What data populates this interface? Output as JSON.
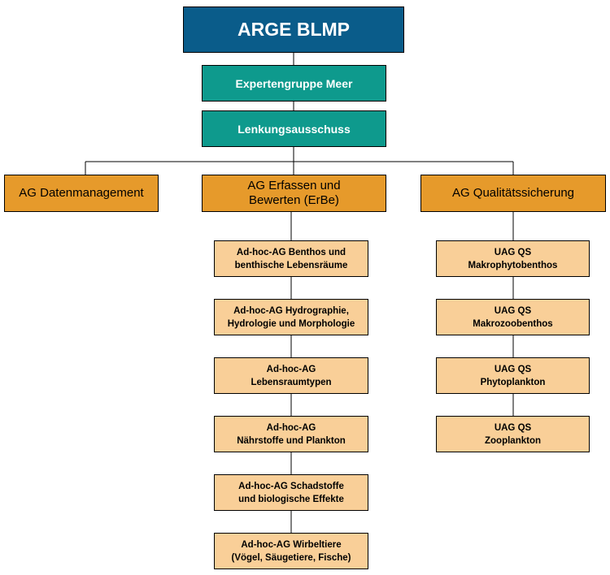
{
  "org": {
    "top": "ARGE BLMP",
    "expert_group": "Expertengruppe Meer",
    "steering": "Lenkungsausschuss",
    "ag_data": "AG Datenmanagement",
    "ag_erbe": "AG Erfassen und\nBewerten (ErBe)",
    "ag_qs": "AG Qualitätssicherung",
    "erbe_subgroups": [
      "Ad-hoc-AG Benthos und\nbenthische Lebensräume",
      "Ad-hoc-AG Hydrographie,\nHydrologie und Morphologie",
      "Ad-hoc-AG\nLebensraumtypen",
      "Ad-hoc-AG\nNährstoffe und Plankton",
      "Ad-hoc-AG Schadstoffe\nund biologische Effekte",
      "Ad-hoc-AG Wirbeltiere\n(Vögel, Säugetiere, Fische)"
    ],
    "qs_subgroups": [
      "UAG QS\nMakrophytobenthos",
      "UAG QS\nMakrozoobenthos",
      "UAG QS\nPhytoplankton",
      "UAG QS\nZooplankton"
    ]
  },
  "colors": {
    "top": "#0a5c8a",
    "teal": "#0e9a8d",
    "orange": "#e69a2b",
    "light_orange": "#f9cf98"
  }
}
